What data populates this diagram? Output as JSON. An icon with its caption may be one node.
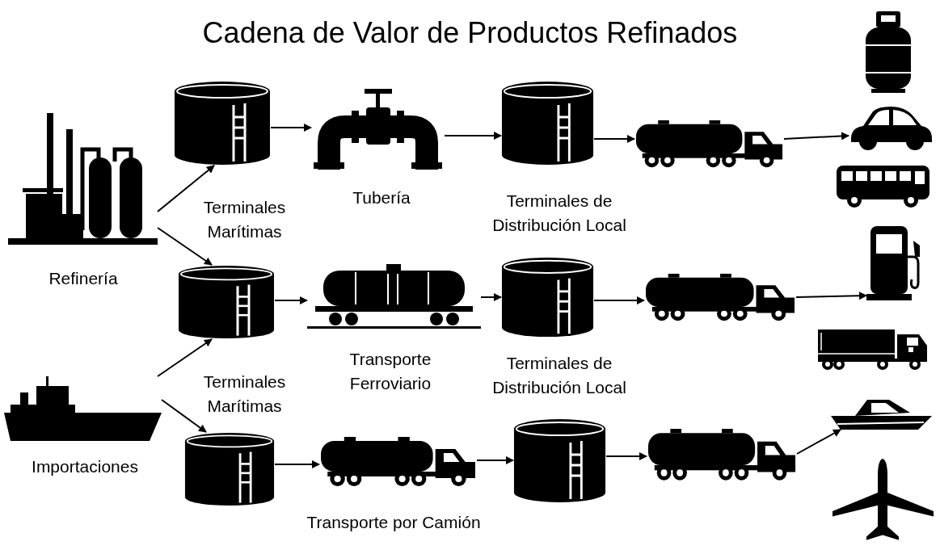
{
  "diagram": {
    "title": "Cadena de Valor de Productos Refinados",
    "nodes": [
      {
        "text": [],
        "shape": "picture",
        "beside": [
          "Refinería"
        ]
      },
      {
        "text": [],
        "shape": "picture",
        "beside": [
          "Importaciones"
        ]
      },
      {
        "text": [],
        "shape": "cylinder"
      },
      {
        "text": [],
        "shape": "cylinder"
      },
      {
        "text": [],
        "shape": "cylinder"
      },
      {
        "text": [],
        "shape": "picture",
        "beside": [
          "Tubería"
        ]
      },
      {
        "text": [],
        "shape": "picture",
        "beside": [
          "Transporte Ferroviario"
        ]
      },
      {
        "text": [],
        "shape": "picture",
        "beside": [
          "Transporte por Camión"
        ]
      },
      {
        "text": [],
        "shape": "cylinder",
        "beside": [
          "Terminales de Distribución Local"
        ]
      },
      {
        "text": [],
        "shape": "cylinder",
        "beside": [
          "Terminales de Distribución Local"
        ]
      },
      {
        "text": [],
        "shape": "cylinder"
      },
      {
        "text": [],
        "shape": "picture"
      },
      {
        "text": [],
        "shape": "picture"
      },
      {
        "text": [],
        "shape": "picture"
      },
      {
        "text": [],
        "shape": "picture"
      },
      {
        "text": [],
        "shape": "picture"
      },
      {
        "text": [],
        "shape": "picture"
      },
      {
        "text": [],
        "shape": "picture"
      },
      {
        "text": [],
        "shape": "picture"
      },
      {
        "text": [],
        "shape": "picture"
      },
      {
        "text": [],
        "shape": "picture"
      }
    ],
    "edges": [
      {
        "from": 0,
        "to": 2,
        "arrow": "to"
      },
      {
        "from": 0,
        "to": 3,
        "arrow": "to"
      },
      {
        "from": 1,
        "to": 3,
        "arrow": "to"
      },
      {
        "from": 1,
        "to": 4,
        "arrow": "to"
      },
      {
        "from": 2,
        "to": 5,
        "arrow": "to"
      },
      {
        "from": 5,
        "to": 8,
        "arrow": "to"
      },
      {
        "from": 8,
        "to": 11,
        "arrow": "to"
      },
      {
        "from": 11,
        "to": 15,
        "arrow": "to"
      },
      {
        "from": 3,
        "to": 6,
        "arrow": "to"
      },
      {
        "from": 6,
        "to": 9,
        "arrow": "to"
      },
      {
        "from": 9,
        "to": 12,
        "arrow": "to"
      },
      {
        "from": 12,
        "to": 17,
        "arrow": "to"
      },
      {
        "from": 4,
        "to": 7,
        "arrow": "to"
      },
      {
        "from": 7,
        "to": 10,
        "arrow": "to"
      },
      {
        "from": 10,
        "to": 13,
        "arrow": "to"
      },
      {
        "from": 13,
        "to": 19,
        "arrow": "to"
      }
    ],
    "labels": [
      "Terminales Marítimas",
      "Terminales Marítimas"
    ]
  }
}
